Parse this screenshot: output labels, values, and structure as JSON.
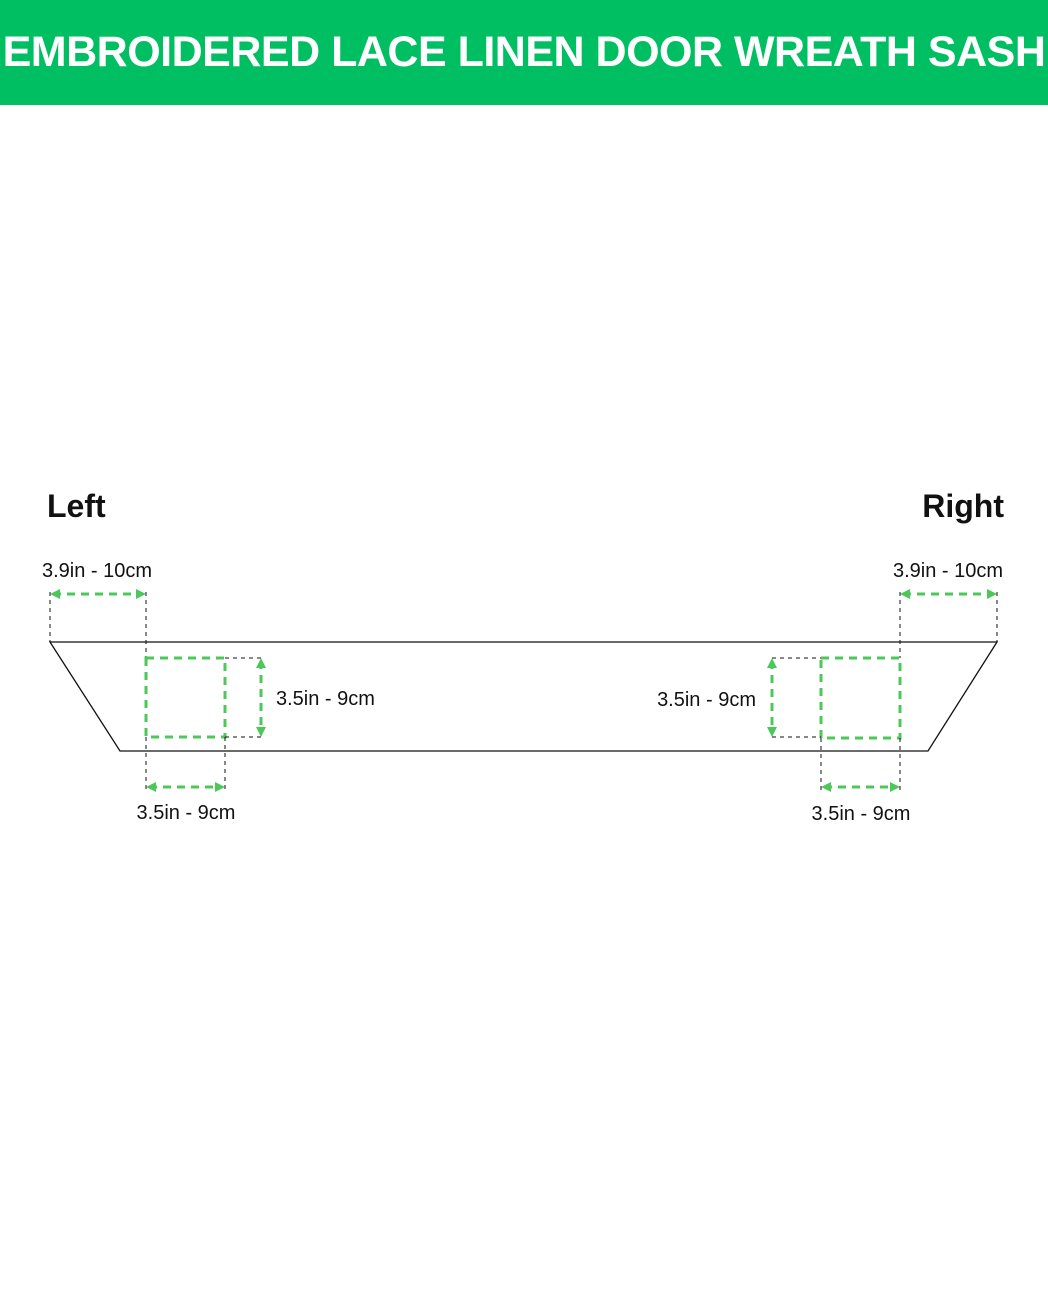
{
  "banner": {
    "title": "EMBROIDERED LACE LINEN DOOR WREATH SASH",
    "background": "#00bf63",
    "text_color": "#ffffff"
  },
  "diagram": {
    "outline_color": "#111111",
    "accent_color": "#4cc85a",
    "left": {
      "label": "Left",
      "edge_offset": "3.9in - 10cm",
      "patch_height": "3.5in - 9cm",
      "patch_width": "3.5in - 9cm"
    },
    "right": {
      "label": "Right",
      "edge_offset": "3.9in - 10cm",
      "patch_height": "3.5in - 9cm",
      "patch_width": "3.5in - 9cm"
    }
  }
}
